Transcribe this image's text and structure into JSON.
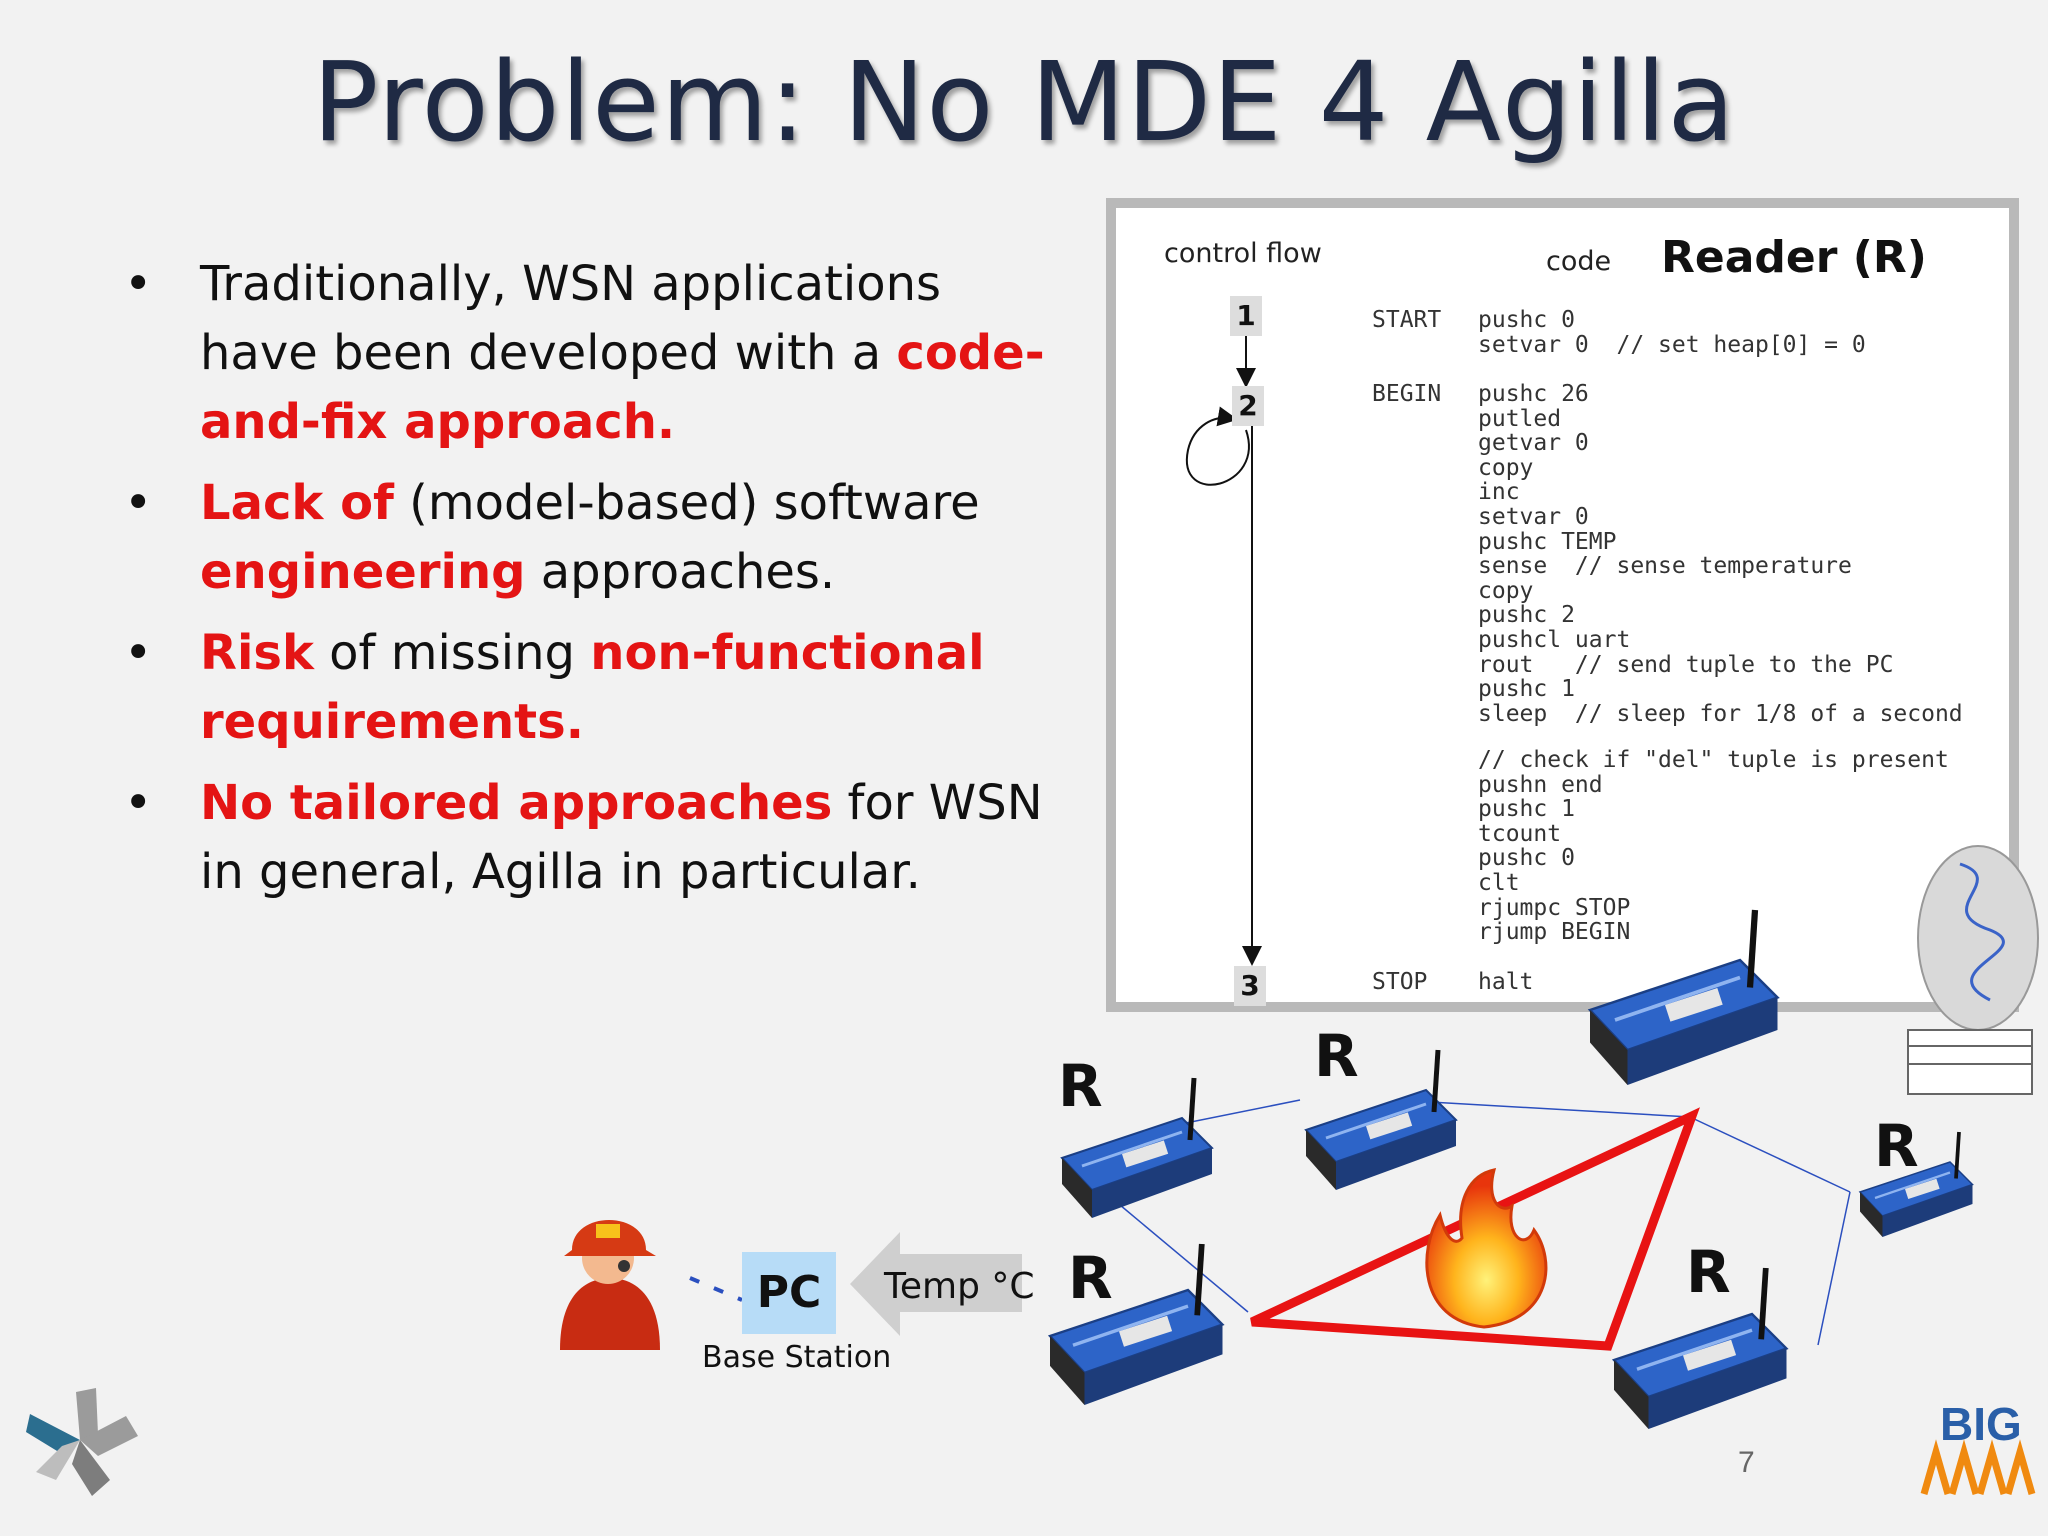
{
  "slide": {
    "title": "Problem: No MDE 4 Agilla",
    "page_number": "7"
  },
  "bullets": [
    {
      "parts": [
        {
          "t": "Traditionally, WSN applications have been developed with a ",
          "red": false
        },
        {
          "t": "code-and-fix approach.",
          "red": true
        }
      ]
    },
    {
      "parts": [
        {
          "t": "Lack of",
          "red": true
        },
        {
          "t": " (model-based) software ",
          "red": false
        },
        {
          "t": "engineering",
          "red": true
        },
        {
          "t": " approaches.",
          "red": false
        }
      ]
    },
    {
      "parts": [
        {
          "t": "Risk",
          "red": true
        },
        {
          "t": " of missing ",
          "red": false
        },
        {
          "t": "non-functional requirements",
          "red": true
        },
        {
          "t": ".",
          "red": true
        }
      ]
    },
    {
      "parts": [
        {
          "t": "No tailored approaches",
          "red": true
        },
        {
          "t": " for WSN in general, Agilla in particular.",
          "red": false
        }
      ]
    }
  ],
  "code_panel": {
    "control_flow_label": "control flow",
    "code_label": "code",
    "reader_label": "Reader (R)",
    "nodes": [
      "1",
      "2",
      "3"
    ],
    "labels": {
      "start": "START",
      "begin": "BEGIN",
      "stop": "STOP"
    },
    "start_code": "pushc 0\nsetvar 0  // set heap[0] = 0",
    "begin_code": "pushc 26\nputled\ngetvar 0\ncopy\ninc\nsetvar 0\npushc TEMP\nsense  // sense temperature\ncopy\npushc 2\npushcl uart\nrout   // send tuple to the PC\npushc 1\nsleep  // sleep for 1/8 of a second",
    "check_code": "// check if \"del\" tuple is present\npushn end\npushc 1\ntcount\npushc 0\nclt\nrjumpc STOP\nrjump BEGIN",
    "stop_code": "halt"
  },
  "network": {
    "reader_label": "R",
    "pc_label": "PC",
    "base_station_label": "Base Station",
    "temp_label": "Temp °C"
  },
  "colors": {
    "title": "#1f2a44",
    "highlight": "#e41414",
    "pc_box": "#b7dcf7",
    "mote": "#2d64c8",
    "fire_outline": "#e81313"
  }
}
